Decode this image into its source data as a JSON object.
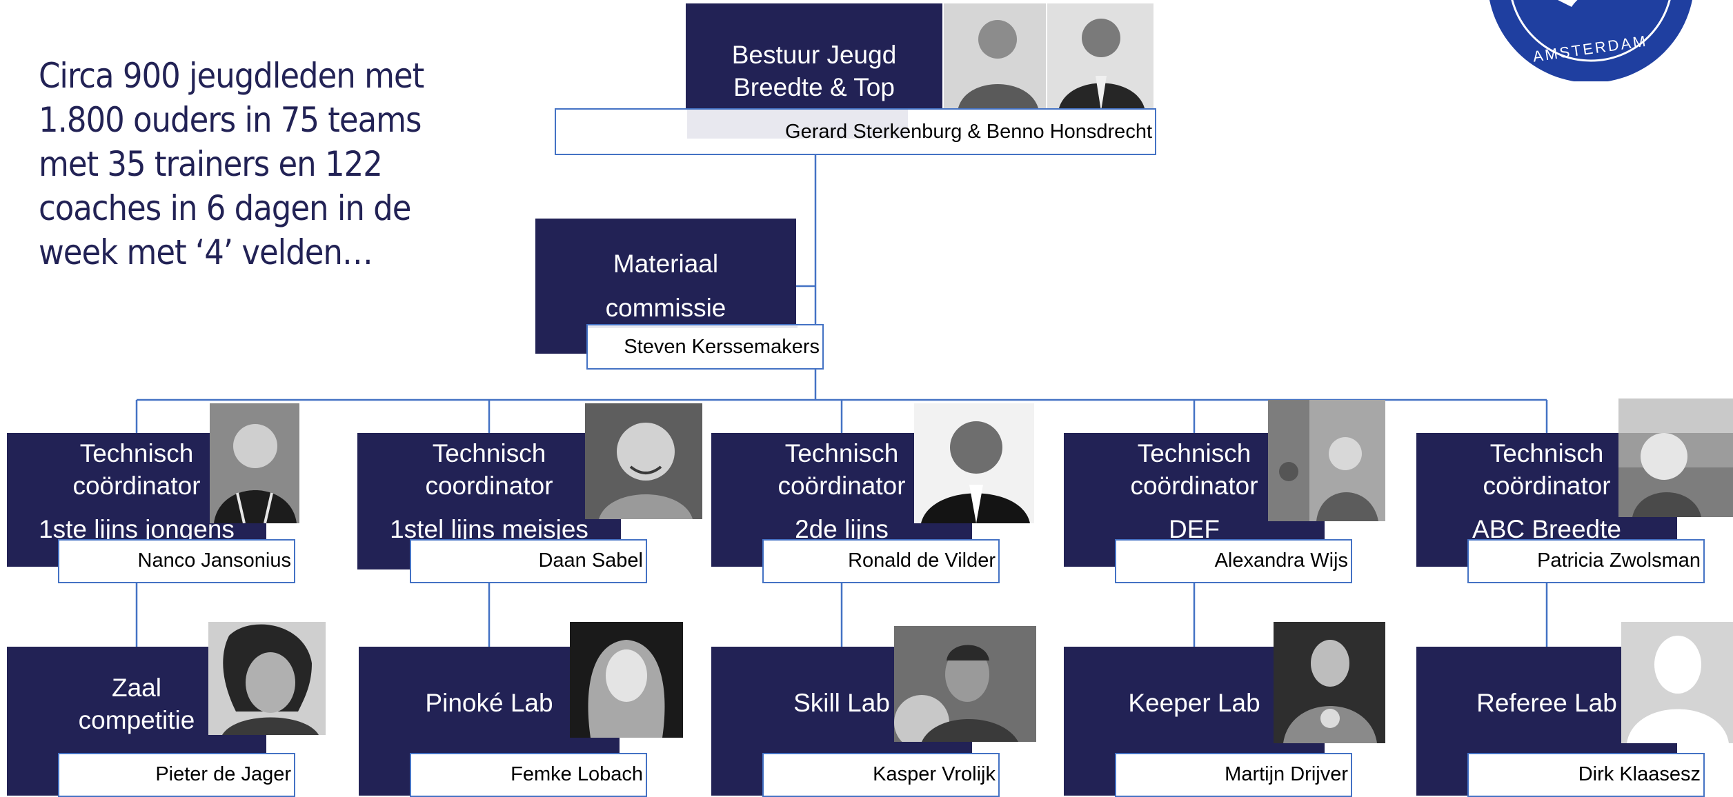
{
  "intro": {
    "text": "Circa 900 jeugdleden met 1.800 ouders in 75 teams met 35 trainers en 122 coaches in 6 dagen in de week met ‘4’ velden…"
  },
  "logo": {
    "text": "AMSTERDAM",
    "color": "#1f3fa0"
  },
  "colors": {
    "box": "#222255",
    "line": "#4472c4"
  },
  "top": {
    "title_line1": "Bestuur Jeugd",
    "title_line2": "Breedte & Top",
    "name": "Gerard Sterkenburg & Benno Honsdrecht"
  },
  "materiaal": {
    "title_line1": "Materiaal",
    "title_line2": "commissie",
    "name": "Steven Kerssemakers"
  },
  "coordinators": [
    {
      "line1": "Technisch",
      "line2": "coördinator",
      "line3": "1ste lijns jongens",
      "name": "Nanco Jansonius"
    },
    {
      "line1": "Technisch",
      "line2": "coordinator",
      "line3": "1stel lijns meisjes",
      "name": "Daan Sabel"
    },
    {
      "line1": "Technisch",
      "line2": "coördinator",
      "line3": "2de lijns",
      "name": "Ronald de Vilder"
    },
    {
      "line1": "Technisch",
      "line2": "coördinator",
      "line3": "DEF",
      "name": "Alexandra Wijs"
    },
    {
      "line1": "Technisch",
      "line2": "coördinator",
      "line3": "ABC Breedte",
      "name": "Patricia Zwolsman"
    }
  ],
  "labs": [
    {
      "line1": "Zaal",
      "line2": "competitie",
      "name": "Pieter de Jager"
    },
    {
      "line1": "Pinoké Lab",
      "line2": "",
      "name": "Femke Lobach"
    },
    {
      "line1": "Skill Lab",
      "line2": "",
      "name": "Kasper Vrolijk"
    },
    {
      "line1": "Keeper Lab",
      "line2": "",
      "name": "Martijn Drijver"
    },
    {
      "line1": "Referee Lab",
      "line2": "",
      "name": "Dirk Klaasesz"
    }
  ]
}
